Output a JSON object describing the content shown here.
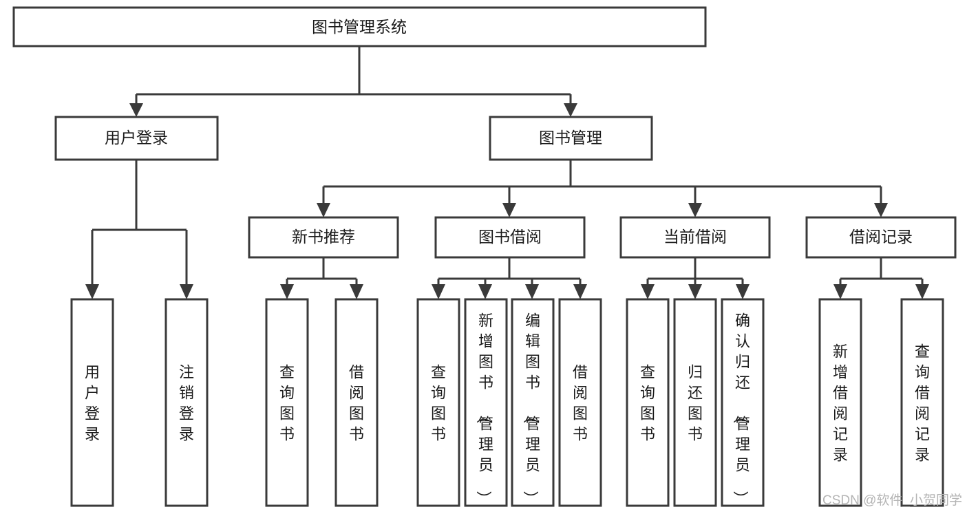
{
  "diagram": {
    "title": "图书管理系统",
    "type": "tree-hierarchy-chart",
    "orientation": "top-down",
    "colors": {
      "box_stroke": "#3a3a3a",
      "box_fill": "#ffffff",
      "connector": "#3a3a3a",
      "text": "#1a1a1a",
      "watermark": "#b4b4b4",
      "background": "#ffffff"
    }
  },
  "root": {
    "label": "图书管理系统"
  },
  "level2": [
    {
      "label": "用户登录"
    },
    {
      "label": "图书管理"
    }
  ],
  "level3": [
    {
      "label": "新书推荐"
    },
    {
      "label": "图书借阅"
    },
    {
      "label": "当前借阅"
    },
    {
      "label": "借阅记录"
    }
  ],
  "leaves": {
    "user_login": [
      {
        "label": "用户登录"
      },
      {
        "label": "注销登录"
      }
    ],
    "new_book_recommend": [
      {
        "label": "查询图书"
      },
      {
        "label": "借阅图书"
      }
    ],
    "book_borrow": [
      {
        "label": "查询图书"
      },
      {
        "label": "新增图书（管理员）"
      },
      {
        "label": "编辑图书（管理员）"
      },
      {
        "label": "借阅图书"
      }
    ],
    "current_borrow": [
      {
        "label": "查询图书"
      },
      {
        "label": "归还图书"
      },
      {
        "label": "确认归还（管理员）"
      }
    ],
    "borrow_record": [
      {
        "label": "新增借阅记录"
      },
      {
        "label": "查询借阅记录"
      }
    ]
  },
  "watermark": {
    "text": "CSDN @软件_小贺同学"
  }
}
